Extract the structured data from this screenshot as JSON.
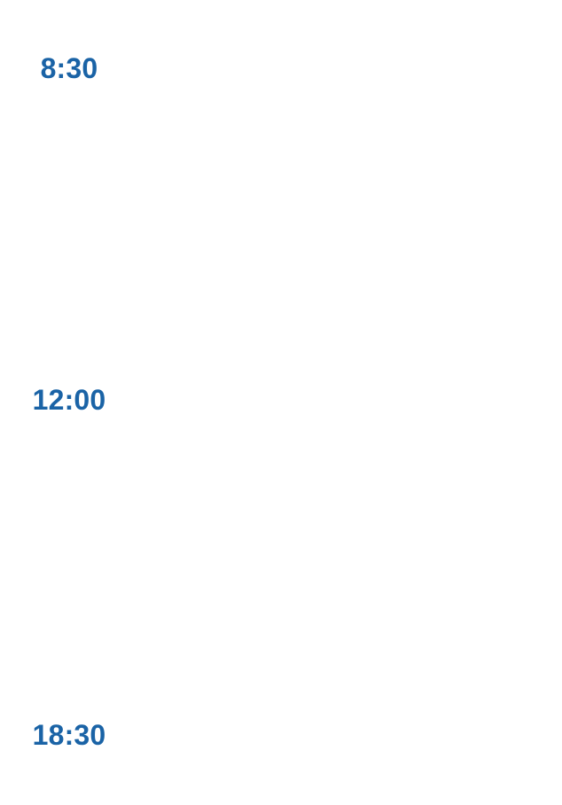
{
  "schedule": {
    "times": [
      {
        "label": "8:30"
      },
      {
        "label": "12:00"
      },
      {
        "label": "18:30"
      }
    ]
  },
  "colors": {
    "time_text": "#1a63a6",
    "background": "#ffffff"
  }
}
